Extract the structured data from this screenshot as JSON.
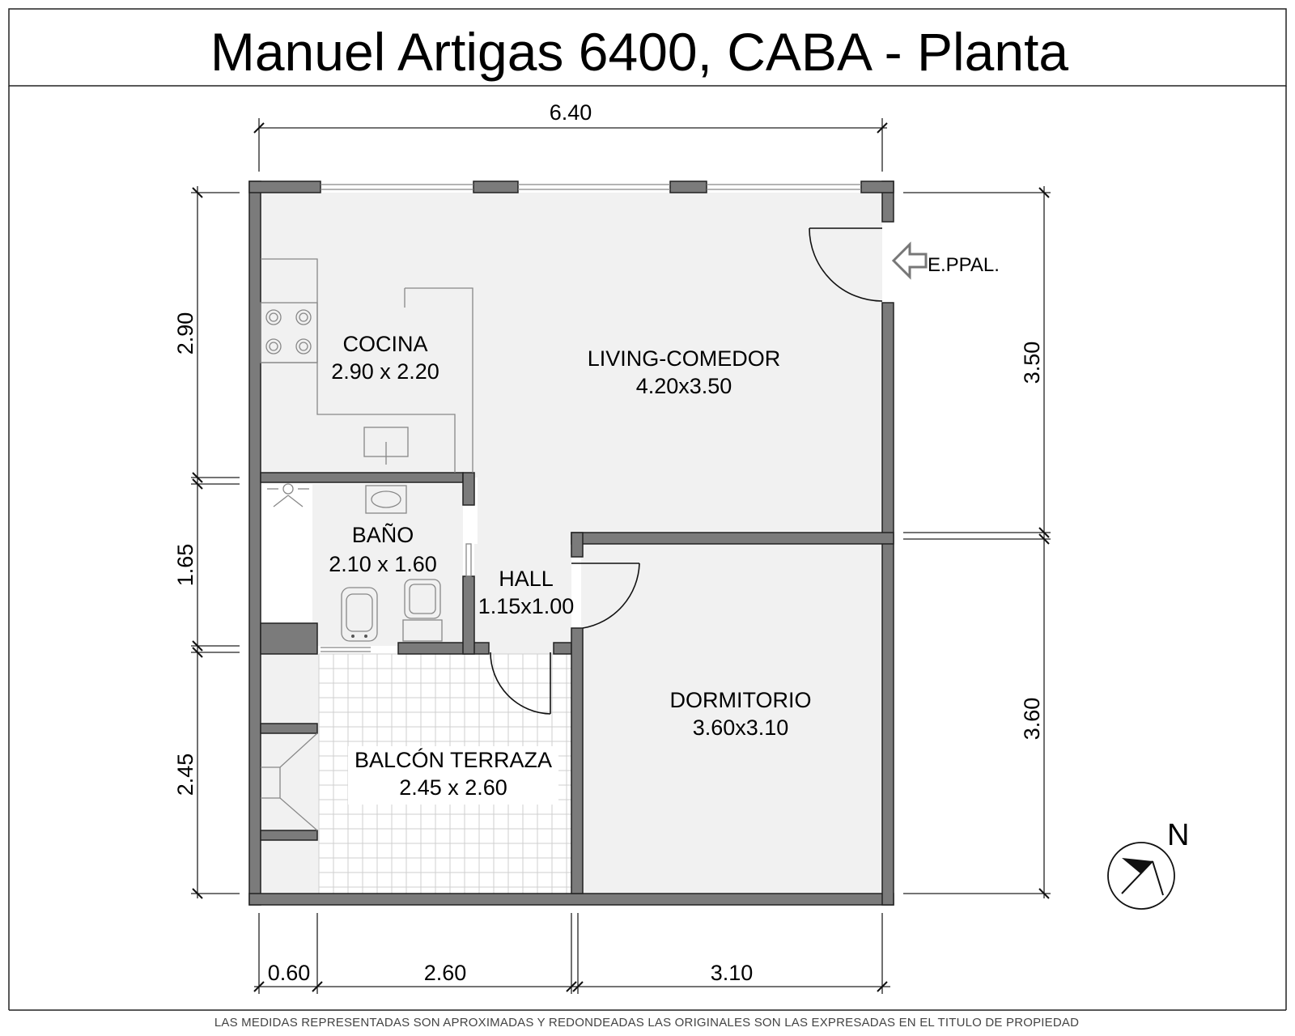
{
  "title": "Manuel Artigas 6400, CABA - Planta",
  "rooms": {
    "cocina": {
      "name": "COCINA",
      "size": "2.90 x 2.20"
    },
    "living": {
      "name": "LIVING-COMEDOR",
      "size": "4.20x3.50"
    },
    "bano": {
      "name": "BAÑO",
      "size": "2.10 x 1.60"
    },
    "hall": {
      "name": "HALL",
      "size": "1.15x1.00"
    },
    "dormitorio": {
      "name": "DORMITORIO",
      "size": "3.60x3.10"
    },
    "balcon": {
      "name": "BALCÓN TERRAZA",
      "size": "2.45 x 2.60"
    }
  },
  "entrance_label": "E.PPAL.",
  "north_label": "N",
  "dimensions": {
    "top": "6.40",
    "left_top": "2.90",
    "left_mid": "1.65",
    "left_bottom": "2.45",
    "right_top": "3.50",
    "right_bottom": "3.60",
    "bottom_1": "0.60",
    "bottom_2": "2.60",
    "bottom_3": "3.10"
  },
  "footer_note": "LAS MEDIDAS REPRESENTADAS SON APROXIMADAS Y REDONDEADAS LAS ORIGINALES SON LAS EXPRESADAS EN EL TITULO DE PROPIEDAD"
}
